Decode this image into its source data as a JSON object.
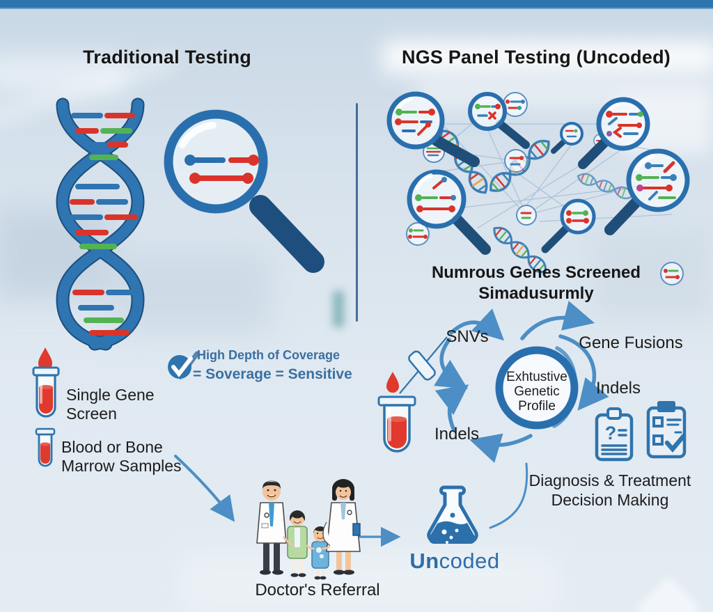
{
  "colors": {
    "top_bar": "#2e75b0",
    "icon_blue": "#2a6fad",
    "handle_navy": "#1f4e79",
    "arrow_blue": "#4d8fc4",
    "red": "#d9342b",
    "green": "#53b253",
    "text_dark": "#1c1c1c",
    "brand_blue": "#2f6da8"
  },
  "titles": {
    "left": "Traditional Testing",
    "right": "NGS Panel Testing (Uncoded)"
  },
  "traditional": {
    "coverage_line1": "High Depth of Coverage",
    "coverage_line2": "= Soverage = Sensitive",
    "single_gene_line1": "Single Gene",
    "single_gene_line2": "Screen",
    "samples_line1": "Blood or Bone",
    "samples_line2": "Marrow Samples"
  },
  "ngs": {
    "subtitle_line1": "Numrous Genes Screened",
    "subtitle_line2": "Simadusurmly",
    "hub_line1": "Exhtustive",
    "hub_line2": "Genetic",
    "hub_line3": "Profile",
    "label_snvs": "SNVs",
    "label_gene_fusions": "Gene Fusions",
    "label_indels_right": "Indels",
    "label_indels_left": "Indels",
    "outcome_line1": "Diagnosis & Treatment",
    "outcome_line2": "Decision Making"
  },
  "referral": {
    "label": "Doctor's Referral"
  },
  "brand": {
    "prefix": "Un",
    "suffix": "coded"
  },
  "icons": {
    "clipboard_question_glyph": "?"
  }
}
